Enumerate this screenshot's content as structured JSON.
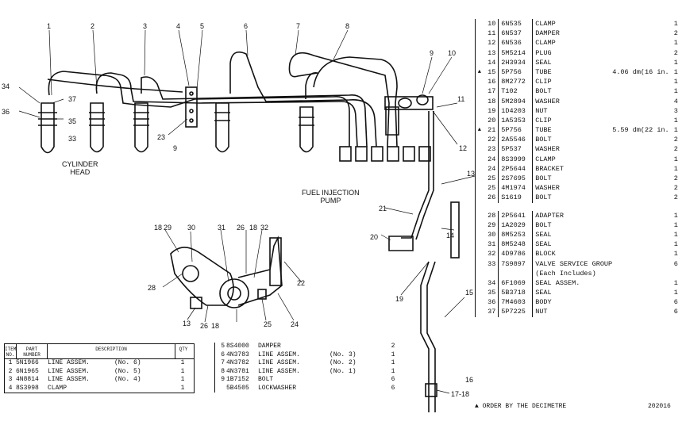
{
  "callouts": {
    "n1": "1",
    "n2": "2",
    "n3": "3",
    "n4": "4",
    "n5": "5",
    "n6": "6",
    "n7": "7",
    "n8": "8",
    "n9a": "9",
    "n9b": "9",
    "n10": "10",
    "n11": "11",
    "n12": "12",
    "n13a": "13",
    "n13b": "13",
    "n14": "14",
    "n15": "15",
    "n16": "16",
    "n17_18": "17-18",
    "n18a": "18",
    "n18b": "18",
    "n18c": "18",
    "n19": "19",
    "n20": "20",
    "n21": "21",
    "n22": "22",
    "n23": "23",
    "n24": "24",
    "n25": "25",
    "n26a": "26",
    "n26b": "26",
    "n28": "28",
    "n29": "29",
    "n30": "30",
    "n31": "31",
    "n32": "32",
    "n33": "33",
    "n34": "34",
    "n35": "35",
    "n36": "36",
    "n37": "37"
  },
  "labels": {
    "cylinder_head": "CYLINDER\nHEAD",
    "fuel_pump": "FUEL INJECTION\nPUMP"
  },
  "parts_list": [
    {
      "mark": "",
      "no": "10",
      "part": "6N535",
      "desc": "CLAMP",
      "extra": "",
      "qty": "1"
    },
    {
      "mark": "",
      "no": "11",
      "part": "6N537",
      "desc": "DAMPER",
      "extra": "",
      "qty": "2"
    },
    {
      "mark": "",
      "no": "12",
      "part": "6N536",
      "desc": "CLAMP",
      "extra": "",
      "qty": "1"
    },
    {
      "mark": "",
      "no": "13",
      "part": "5M5214",
      "desc": "PLUG",
      "extra": "",
      "qty": "2"
    },
    {
      "mark": "",
      "no": "14",
      "part": "2H3934",
      "desc": "SEAL",
      "extra": "",
      "qty": "1"
    },
    {
      "mark": "▲",
      "no": "15",
      "part": "5P756",
      "desc": "TUBE",
      "extra": "4.06 dm(16 in.)",
      "qty": "1"
    },
    {
      "mark": "",
      "no": "16",
      "part": "8M2772",
      "desc": "CLIP",
      "extra": "",
      "qty": "1"
    },
    {
      "mark": "",
      "no": "17",
      "part": "T102",
      "desc": "BOLT",
      "extra": "",
      "qty": "1"
    },
    {
      "mark": "",
      "no": "18",
      "part": "5M2894",
      "desc": "WASHER",
      "extra": "",
      "qty": "4"
    },
    {
      "mark": "",
      "no": "19",
      "part": "1D4203",
      "desc": "NUT",
      "extra": "",
      "qty": "3"
    },
    {
      "mark": "",
      "no": "20",
      "part": "1A5353",
      "desc": "CLIP",
      "extra": "",
      "qty": "1"
    },
    {
      "mark": "▲",
      "no": "21",
      "part": "5P756",
      "desc": "TUBE",
      "extra": "5.59 dm(22 in.)",
      "qty": "1"
    },
    {
      "mark": "",
      "no": "22",
      "part": "2A5546",
      "desc": "BOLT",
      "extra": "",
      "qty": "2"
    },
    {
      "mark": "",
      "no": "23",
      "part": "5P537",
      "desc": "WASHER",
      "extra": "",
      "qty": "2"
    },
    {
      "mark": "",
      "no": "24",
      "part": "8S3999",
      "desc": "CLAMP",
      "extra": "",
      "qty": "1"
    },
    {
      "mark": "",
      "no": "24",
      "part": "2P5644",
      "desc": "BRACKET",
      "extra": "",
      "qty": "1"
    },
    {
      "mark": "",
      "no": "25",
      "part": "2S7695",
      "desc": "BOLT",
      "extra": "",
      "qty": "2"
    },
    {
      "mark": "",
      "no": "25",
      "part": "4M1974",
      "desc": "WASHER",
      "extra": "",
      "qty": "2"
    },
    {
      "mark": "",
      "no": "26",
      "part": "S1619",
      "desc": "BOLT",
      "extra": "",
      "qty": "2"
    },
    {
      "gap": true
    },
    {
      "mark": "",
      "no": "28",
      "part": "2P5641",
      "desc": "ADAPTER",
      "extra": "",
      "qty": "1"
    },
    {
      "mark": "",
      "no": "29",
      "part": "1A2029",
      "desc": "BOLT",
      "extra": "",
      "qty": "1"
    },
    {
      "mark": "",
      "no": "30",
      "part": "8M5253",
      "desc": "SEAL",
      "extra": "",
      "qty": "1"
    },
    {
      "mark": "",
      "no": "31",
      "part": "8M5248",
      "desc": "SEAL",
      "extra": "",
      "qty": "1"
    },
    {
      "mark": "",
      "no": "32",
      "part": "4D9786",
      "desc": "BLOCK",
      "extra": "",
      "qty": "1"
    },
    {
      "mark": "",
      "no": "33",
      "part": "7S9897",
      "desc": "VALVE SERVICE GROUP",
      "extra": "",
      "qty": "6"
    },
    {
      "mark": "",
      "no": "",
      "part": "",
      "desc": "   (Each Includes)",
      "extra": "",
      "qty": ""
    },
    {
      "mark": "",
      "no": "34",
      "part": "6F1069",
      "desc": "   SEAL ASSEM.",
      "extra": "",
      "qty": "1"
    },
    {
      "mark": "",
      "no": "35",
      "part": "5B3718",
      "desc": "   SEAL",
      "extra": "",
      "qty": "1"
    },
    {
      "mark": "",
      "no": "36",
      "part": "7M4603",
      "desc": "BODY",
      "extra": "",
      "qty": "6"
    },
    {
      "mark": "",
      "no": "37",
      "part": "5P7225",
      "desc": "NUT",
      "extra": "",
      "qty": "6"
    }
  ],
  "footer_note": "▲ ORDER BY THE DECIMETRE",
  "figure_no": "202016",
  "left_table": {
    "headers": [
      "ITEM NO.",
      "PART NUMBER",
      "DESCRIPTION",
      "QTY"
    ],
    "rows": [
      {
        "no": "1",
        "part": "5N1966",
        "desc": "LINE ASSEM.",
        "note": "(No. 6)",
        "qty": "1"
      },
      {
        "no": "2",
        "part": "6N1965",
        "desc": "LINE ASSEM.",
        "note": "(No. 5)",
        "qty": "1"
      },
      {
        "no": "3",
        "part": "4N8814",
        "desc": "LINE ASSEM.",
        "note": "(No. 4)",
        "qty": "1"
      },
      {
        "no": "4",
        "part": "8S3998",
        "desc": "CLAMP",
        "note": "",
        "qty": "1"
      }
    ]
  },
  "mid_table": [
    {
      "no": "5",
      "part": "8S4000",
      "desc": "DAMPER",
      "note": "",
      "qty": "2"
    },
    {
      "no": "6",
      "part": "4N3783",
      "desc": "LINE ASSEM.",
      "note": "(No. 3)",
      "qty": "1"
    },
    {
      "no": "7",
      "part": "4N3782",
      "desc": "LINE ASSEM.",
      "note": "(No. 2)",
      "qty": "1"
    },
    {
      "no": "8",
      "part": "4N3781",
      "desc": "LINE ASSEM.",
      "note": "(No. 1)",
      "qty": "1"
    },
    {
      "no": "9",
      "part": "1B7152",
      "desc": "BOLT",
      "note": "",
      "qty": "6"
    },
    {
      "no": "",
      "part": "5B4505",
      "desc": "LOCKWASHER",
      "note": "",
      "qty": "6"
    }
  ]
}
